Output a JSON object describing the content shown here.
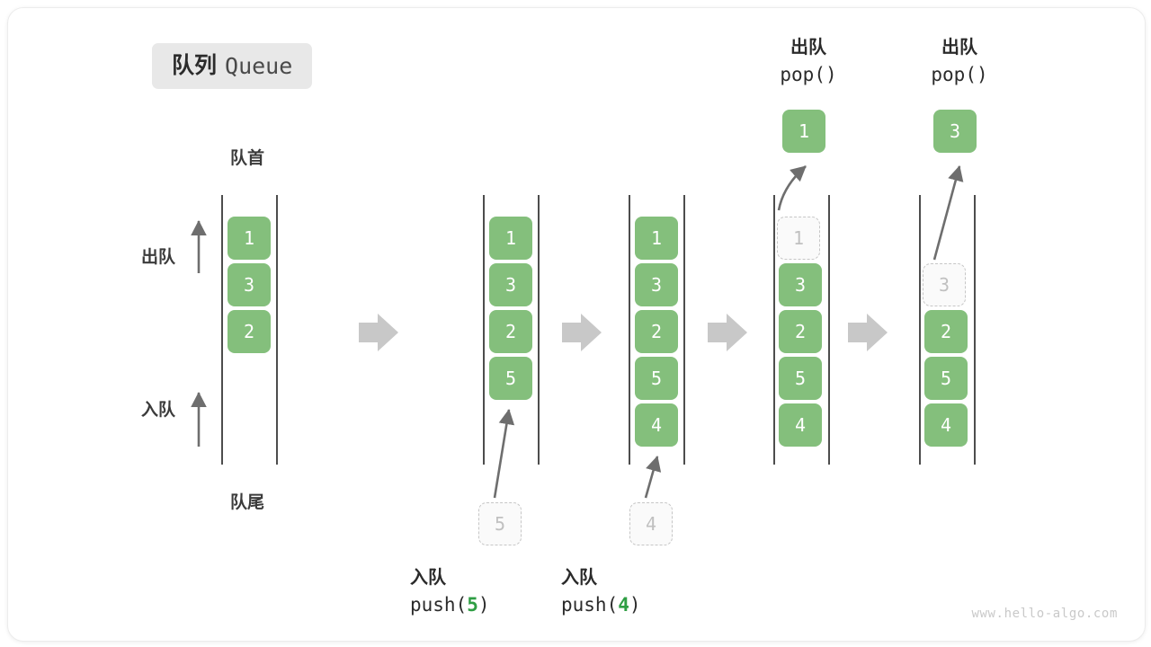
{
  "title": {
    "cn": "队列",
    "en": "Queue"
  },
  "labels": {
    "head": "队首",
    "tail": "队尾",
    "dequeue": "出队",
    "enqueue": "入队"
  },
  "watermark": "www.hello-algo.com",
  "colors": {
    "item": "#84bf7c",
    "item_text": "#ffffff",
    "ghost_border": "#c6c6c6",
    "ghost_text": "#c0c0c0",
    "rail": "#4d4d4d",
    "arrow": "#6e6e6e",
    "step_arrow": "#c8c8c8",
    "accent_value": "#2f9e44",
    "badge_bg": "#e8e8e8",
    "text": "#2b2b2b"
  },
  "columns": [
    {
      "id": "initial",
      "items": [
        "1",
        "3",
        "2"
      ],
      "ghost": null,
      "popped": null,
      "op_line1": null,
      "op_line2_prefix": null,
      "op_value": null,
      "op_line2_suffix": null
    },
    {
      "id": "push-5",
      "items": [
        "1",
        "3",
        "2",
        "5"
      ],
      "ghost": "5",
      "popped": null,
      "op_line1": "入队",
      "op_line2_prefix": "push(",
      "op_value": "5",
      "op_line2_suffix": ")"
    },
    {
      "id": "push-4",
      "items": [
        "1",
        "3",
        "2",
        "5",
        "4"
      ],
      "ghost": "4",
      "popped": null,
      "op_line1": "入队",
      "op_line2_prefix": "push(",
      "op_value": "4",
      "op_line2_suffix": ")"
    },
    {
      "id": "pop-1",
      "items": [
        "3",
        "2",
        "5",
        "4"
      ],
      "ghost": "1",
      "popped": "1",
      "op_line1": "出队",
      "op_line2_prefix": "pop()",
      "op_value": "",
      "op_line2_suffix": ""
    },
    {
      "id": "pop-3",
      "items": [
        "2",
        "5",
        "4"
      ],
      "ghost": "3",
      "popped": "3",
      "op_line1": "出队",
      "op_line2_prefix": "pop()",
      "op_value": "",
      "op_line2_suffix": ""
    }
  ]
}
